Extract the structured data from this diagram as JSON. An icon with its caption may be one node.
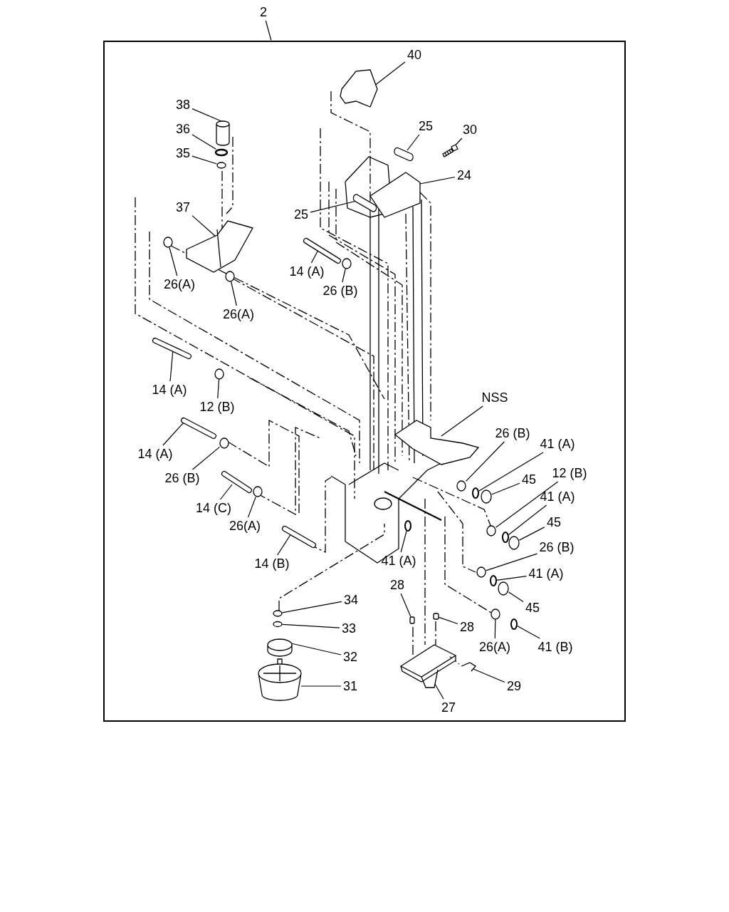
{
  "diagram": {
    "nodes": [
      {
        "text": [],
        "shape": "box"
      },
      {
        "text": [
          "2"
        ]
      },
      {
        "text": [
          "40"
        ],
        "in": 0
      },
      {
        "text": [
          "38"
        ],
        "in": 0
      },
      {
        "text": [
          "25"
        ],
        "in": 0
      },
      {
        "text": [
          "30"
        ],
        "in": 0
      },
      {
        "text": [
          "36"
        ],
        "in": 0
      },
      {
        "text": [
          "35"
        ],
        "in": 0
      },
      {
        "text": [
          "24"
        ],
        "in": 0
      },
      {
        "text": [
          "25"
        ],
        "in": 0
      },
      {
        "text": [
          "37"
        ],
        "in": 0
      },
      {
        "text": [
          "14 (A)"
        ],
        "in": 0
      },
      {
        "text": [
          "26 (B)"
        ],
        "in": 0
      },
      {
        "text": [
          "26(A)"
        ],
        "in": 0
      },
      {
        "text": [
          "26(A)"
        ],
        "in": 0
      },
      {
        "text": [
          "14 (A)"
        ],
        "in": 0
      },
      {
        "text": [
          "12 (B)"
        ],
        "in": 0
      },
      {
        "text": [
          "NSS"
        ],
        "in": 0
      },
      {
        "text": [
          "14 (A)"
        ],
        "in": 0
      },
      {
        "text": [
          "26 (B)"
        ],
        "in": 0
      },
      {
        "text": [
          "26 (B)"
        ],
        "in": 0
      },
      {
        "text": [
          "41 (A)"
        ],
        "in": 0
      },
      {
        "text": [
          "45"
        ],
        "in": 0
      },
      {
        "text": [
          "12 (B)"
        ],
        "in": 0
      },
      {
        "text": [
          "14 (C)"
        ],
        "in": 0
      },
      {
        "text": [
          "41 (A)"
        ],
        "in": 0
      },
      {
        "text": [
          "26(A)"
        ],
        "in": 0
      },
      {
        "text": [
          "45"
        ],
        "in": 0
      },
      {
        "text": [
          "26 (B)"
        ],
        "in": 0
      },
      {
        "text": [
          "41 (A)"
        ],
        "in": 0
      },
      {
        "text": [
          "14 (B)"
        ],
        "in": 0
      },
      {
        "text": [
          "41 (A)"
        ],
        "in": 0
      },
      {
        "text": [
          "28"
        ],
        "in": 0
      },
      {
        "text": [
          "34"
        ],
        "in": 0
      },
      {
        "text": [
          "45"
        ],
        "in": 0
      },
      {
        "text": [
          "33"
        ],
        "in": 0
      },
      {
        "text": [
          "28"
        ],
        "in": 0
      },
      {
        "text": [
          "26(A)"
        ],
        "in": 0
      },
      {
        "text": [
          "41 (B)"
        ],
        "in": 0
      },
      {
        "text": [
          "32"
        ],
        "in": 0
      },
      {
        "text": [
          "31"
        ],
        "in": 0
      },
      {
        "text": [
          "29"
        ],
        "in": 0
      },
      {
        "text": [
          "27"
        ],
        "in": 0
      },
      {
        "text": [],
        "shape": "picture",
        "in": 0
      },
      {
        "text": [],
        "shape": "picture",
        "in": 0
      },
      {
        "text": [],
        "shape": "picture",
        "in": 0
      },
      {
        "text": [],
        "shape": "picture",
        "in": 0
      },
      {
        "text": [],
        "shape": "circle",
        "in": 0
      },
      {
        "text": [],
        "shape": "circle",
        "in": 0
      },
      {
        "text": [],
        "shape": "picture",
        "in": 0
      },
      {
        "text": [],
        "shape": "picture",
        "in": 0
      },
      {
        "text": [],
        "shape": "picture",
        "in": 0
      },
      {
        "text": [],
        "shape": "bar",
        "in": 0
      },
      {
        "text": [],
        "shape": "circle",
        "in": 0
      },
      {
        "text": [],
        "shape": "circle",
        "in": 0
      },
      {
        "text": [],
        "shape": "circle",
        "in": 0
      },
      {
        "text": [],
        "shape": "bar",
        "in": 0
      },
      {
        "text": [],
        "shape": "circle",
        "in": 0
      },
      {
        "text": [],
        "shape": "picture",
        "in": 0
      },
      {
        "text": [],
        "shape": "bar",
        "in": 0
      },
      {
        "text": [],
        "shape": "circle",
        "in": 0
      },
      {
        "text": [],
        "shape": "circle",
        "in": 0
      },
      {
        "text": [],
        "shape": "circle",
        "in": 0
      },
      {
        "text": [],
        "shape": "circle",
        "in": 0
      },
      {
        "text": [],
        "shape": "circle",
        "in": 0
      },
      {
        "text": [],
        "shape": "bar",
        "in": 0
      },
      {
        "text": [],
        "shape": "circle",
        "in": 0
      },
      {
        "text": [],
        "shape": "circle",
        "in": 0
      },
      {
        "text": [],
        "shape": "circle",
        "in": 0
      },
      {
        "text": [],
        "shape": "circle",
        "in": 0
      },
      {
        "text": [],
        "shape": "circle",
        "in": 0
      },
      {
        "text": [],
        "shape": "bar",
        "in": 0
      },
      {
        "text": [],
        "shape": "circle",
        "in": 0
      },
      {
        "text": [],
        "shape": "box",
        "in": 0
      },
      {
        "text": [],
        "shape": "circle",
        "in": 0
      },
      {
        "text": [],
        "shape": "circle",
        "in": 0
      },
      {
        "text": [],
        "shape": "circle",
        "in": 0
      },
      {
        "text": [],
        "shape": "box",
        "in": 0
      },
      {
        "text": [],
        "shape": "circle",
        "in": 0
      },
      {
        "text": [],
        "shape": "circle",
        "in": 0
      },
      {
        "text": [],
        "shape": "picture",
        "in": 0
      },
      {
        "text": [],
        "shape": "picture",
        "in": 0
      },
      {
        "text": [],
        "shape": "picture",
        "in": 0
      },
      {
        "text": [],
        "shape": "picture",
        "in": 0
      }
    ],
    "edges": [
      {
        "from": 1,
        "to": 0,
        "arrow": "none"
      },
      {
        "from": 2,
        "to": 43,
        "arrow": "none"
      },
      {
        "from": 3,
        "to": 44,
        "arrow": "none"
      },
      {
        "from": 4,
        "to": 45,
        "arrow": "none"
      },
      {
        "from": 5,
        "to": 46,
        "arrow": "none"
      },
      {
        "from": 6,
        "to": 47,
        "arrow": "none"
      },
      {
        "from": 7,
        "to": 48,
        "arrow": "none"
      },
      {
        "from": 8,
        "to": 49,
        "arrow": "none"
      },
      {
        "from": 9,
        "to": 50,
        "arrow": "none"
      },
      {
        "from": 10,
        "to": 51,
        "arrow": "none"
      },
      {
        "from": 11,
        "to": 52,
        "arrow": "none"
      },
      {
        "from": 12,
        "to": 53,
        "arrow": "none"
      },
      {
        "from": 13,
        "to": 54,
        "arrow": "none"
      },
      {
        "from": 14,
        "to": 55,
        "arrow": "none"
      },
      {
        "from": 15,
        "to": 56,
        "arrow": "none"
      },
      {
        "from": 16,
        "to": 57,
        "arrow": "none"
      },
      {
        "from": 17,
        "to": 58,
        "arrow": "none"
      },
      {
        "from": 18,
        "to": 59,
        "arrow": "none"
      },
      {
        "from": 19,
        "to": 60,
        "arrow": "none"
      },
      {
        "from": 20,
        "to": 61,
        "arrow": "none"
      },
      {
        "from": 21,
        "to": 62,
        "arrow": "none"
      },
      {
        "from": 22,
        "to": 63,
        "arrow": "none"
      },
      {
        "from": 23,
        "to": 64,
        "arrow": "none"
      },
      {
        "from": 24,
        "to": 65,
        "arrow": "none"
      },
      {
        "from": 25,
        "to": 66,
        "arrow": "none"
      },
      {
        "from": 26,
        "to": 67,
        "arrow": "none"
      },
      {
        "from": 27,
        "to": 68,
        "arrow": "none"
      },
      {
        "from": 28,
        "to": 69,
        "arrow": "none"
      },
      {
        "from": 29,
        "to": 70,
        "arrow": "none"
      },
      {
        "from": 30,
        "to": 71,
        "arrow": "none"
      },
      {
        "from": 31,
        "to": 72,
        "arrow": "none"
      },
      {
        "from": 32,
        "to": 73,
        "arrow": "none"
      },
      {
        "from": 33,
        "to": 74,
        "arrow": "none"
      },
      {
        "from": 34,
        "to": 75,
        "arrow": "none"
      },
      {
        "from": 35,
        "to": 76,
        "arrow": "none"
      },
      {
        "from": 36,
        "to": 77,
        "arrow": "none"
      },
      {
        "from": 37,
        "to": 78,
        "arrow": "none"
      },
      {
        "from": 38,
        "to": 79,
        "arrow": "none"
      },
      {
        "from": 39,
        "to": 80,
        "arrow": "none"
      },
      {
        "from": 40,
        "to": 81,
        "arrow": "none"
      },
      {
        "from": 41,
        "to": 82,
        "arrow": "none"
      },
      {
        "from": 42,
        "to": 83,
        "arrow": "none"
      }
    ]
  }
}
